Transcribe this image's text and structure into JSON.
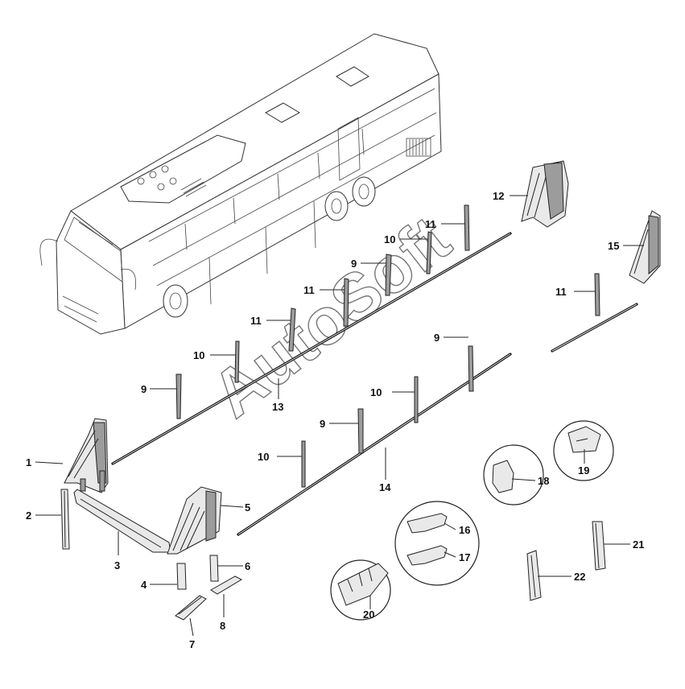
{
  "watermark": "AutoSoft",
  "callouts": {
    "c1": "1",
    "c2": "2",
    "c3": "3",
    "c4": "4",
    "c5": "5",
    "c6": "6",
    "c7": "7",
    "c8": "8",
    "c9a": "9",
    "c9b": "9",
    "c9c": "9",
    "c9d": "9",
    "c10a": "10",
    "c10b": "10",
    "c10c": "10",
    "c10d": "10",
    "c11a": "11",
    "c11b": "11",
    "c11c": "11",
    "c11d": "11",
    "c12": "12",
    "c13": "13",
    "c14": "14",
    "c15": "15",
    "c16": "16",
    "c17": "17",
    "c18": "18",
    "c19": "19",
    "c20": "20",
    "c21": "21",
    "c22": "22"
  }
}
